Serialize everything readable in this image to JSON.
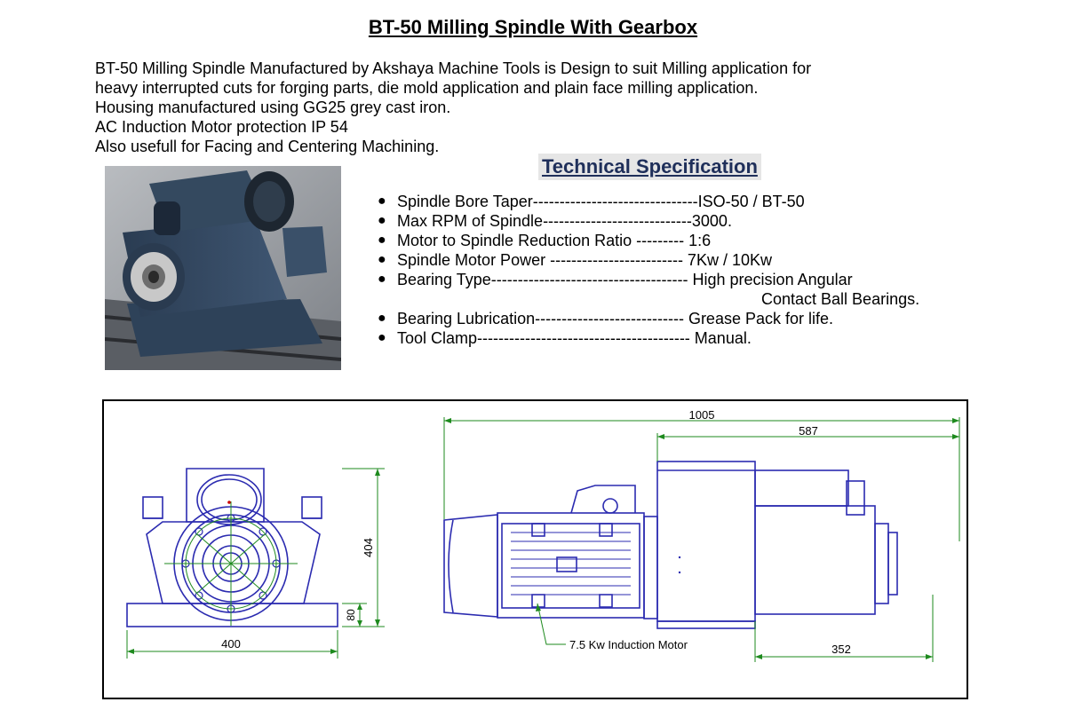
{
  "document": {
    "title": "BT-50 Milling Spindle With Gearbox",
    "description_lines": [
      "BT-50 Milling Spindle Manufactured by Akshaya Machine Tools is Design to suit Milling application for",
      "heavy interrupted cuts for forging parts, die mold application and plain face milling application.",
      "Housing manufactured using GG25 grey cast iron.",
      "AC Induction Motor protection IP 54",
      "Also usefull for Facing and Centering Machining."
    ],
    "spec_title": "Technical Specification",
    "specs": [
      "Spindle Bore Taper-------------------------------ISO-50 / BT-50",
      "Max RPM of Spindle----------------------------3000.",
      "Motor to Spindle Reduction Ratio --------- 1:6",
      "Spindle Motor Power ------------------------- 7Kw / 10Kw",
      "Bearing Type------------------------------------- High precision Angular",
      "Contact Ball Bearings.",
      "Bearing Lubrication---------------------------- Grease Pack for life.",
      "Tool Clamp---------------------------------------- Manual."
    ],
    "bullet_glyph": "●"
  },
  "drawing": {
    "front_width": "400",
    "front_height": "404",
    "front_base_height": "80",
    "side_total_length": "1005",
    "side_upper_length": "587",
    "side_lower_length": "352",
    "motor_label": "7.5 Kw Induction Motor"
  },
  "colors": {
    "line": "#2b2bb0",
    "dimension": "#1e8a1e",
    "center": "#cc0000",
    "title_bg": "#e6e6e6",
    "spec_title_text": "#1f2f5a"
  }
}
